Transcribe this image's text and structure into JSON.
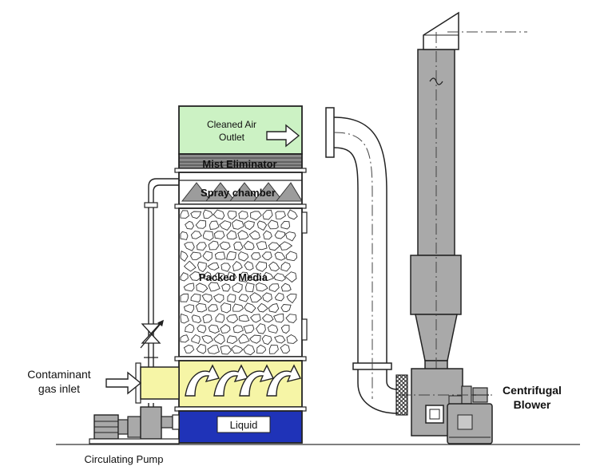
{
  "labels": {
    "cleaned_air_line1": "Cleaned Air",
    "cleaned_air_line2": "Outlet",
    "mist_eliminator": "Mist Eliminator",
    "spray_chamber": "Spray chamber",
    "packed_media": "Packed Media",
    "contaminant_line1": "Contaminant",
    "contaminant_line2": "gas inlet",
    "liquid": "Liquid",
    "centrifugal_line1": "Centrifugal",
    "centrifugal_line2": "Blower",
    "circulating_pump": "Circulating Pump"
  },
  "colors": {
    "outlet_section": "#ccf2c4",
    "inlet_section": "#f6f5a6",
    "liquid_tank": "#1f33b8",
    "duct": "#a9a9a9",
    "spray_cone": "#9c9c9c",
    "mist_eliminator": "#8a8a8a"
  }
}
